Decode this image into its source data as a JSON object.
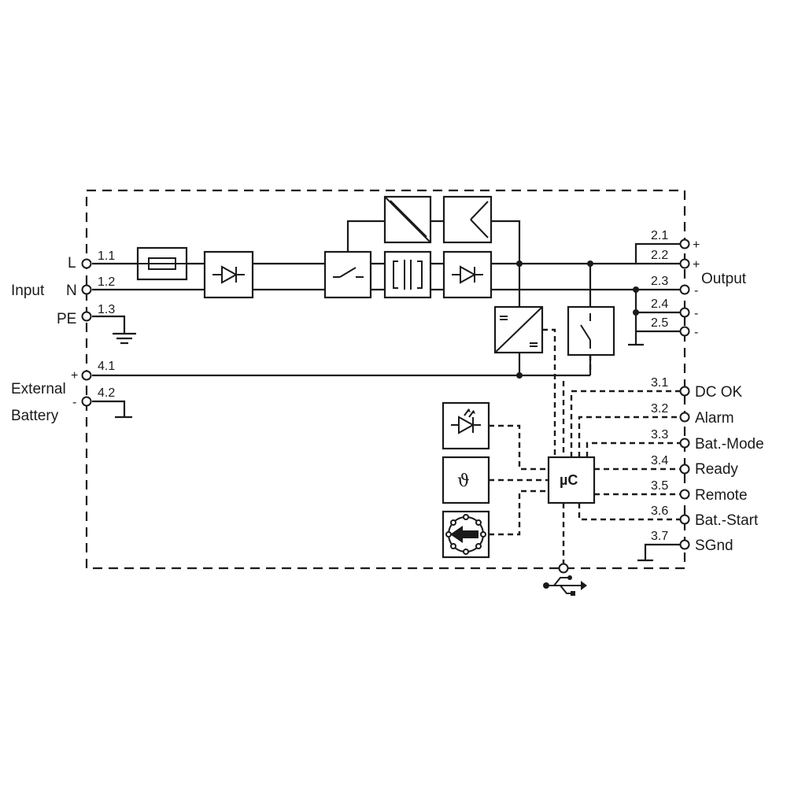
{
  "labels": {
    "input": "Input",
    "output": "Output",
    "external": "External",
    "battery": "Battery",
    "mu_c": "µC",
    "theta": "ϑ"
  },
  "input_terminals": [
    {
      "id": "1.1",
      "name": "L"
    },
    {
      "id": "1.2",
      "name": "N"
    },
    {
      "id": "1.3",
      "name": "PE"
    }
  ],
  "battery_terminals": [
    {
      "id": "4.1",
      "sign": "+"
    },
    {
      "id": "4.2",
      "sign": "-"
    }
  ],
  "output_terminals": [
    {
      "id": "2.1",
      "sign": "+"
    },
    {
      "id": "2.2",
      "sign": "+"
    },
    {
      "id": "2.3",
      "sign": "-"
    },
    {
      "id": "2.4",
      "sign": "-"
    },
    {
      "id": "2.5",
      "sign": "-"
    }
  ],
  "signal_terminals": [
    {
      "id": "3.1",
      "name": "DC OK"
    },
    {
      "id": "3.2",
      "name": "Alarm"
    },
    {
      "id": "3.3",
      "name": "Bat.-Mode"
    },
    {
      "id": "3.4",
      "name": "Ready"
    },
    {
      "id": "3.5",
      "name": "Remote"
    },
    {
      "id": "3.6",
      "name": "Bat.-Start"
    },
    {
      "id": "3.7",
      "name": "SGnd"
    }
  ]
}
